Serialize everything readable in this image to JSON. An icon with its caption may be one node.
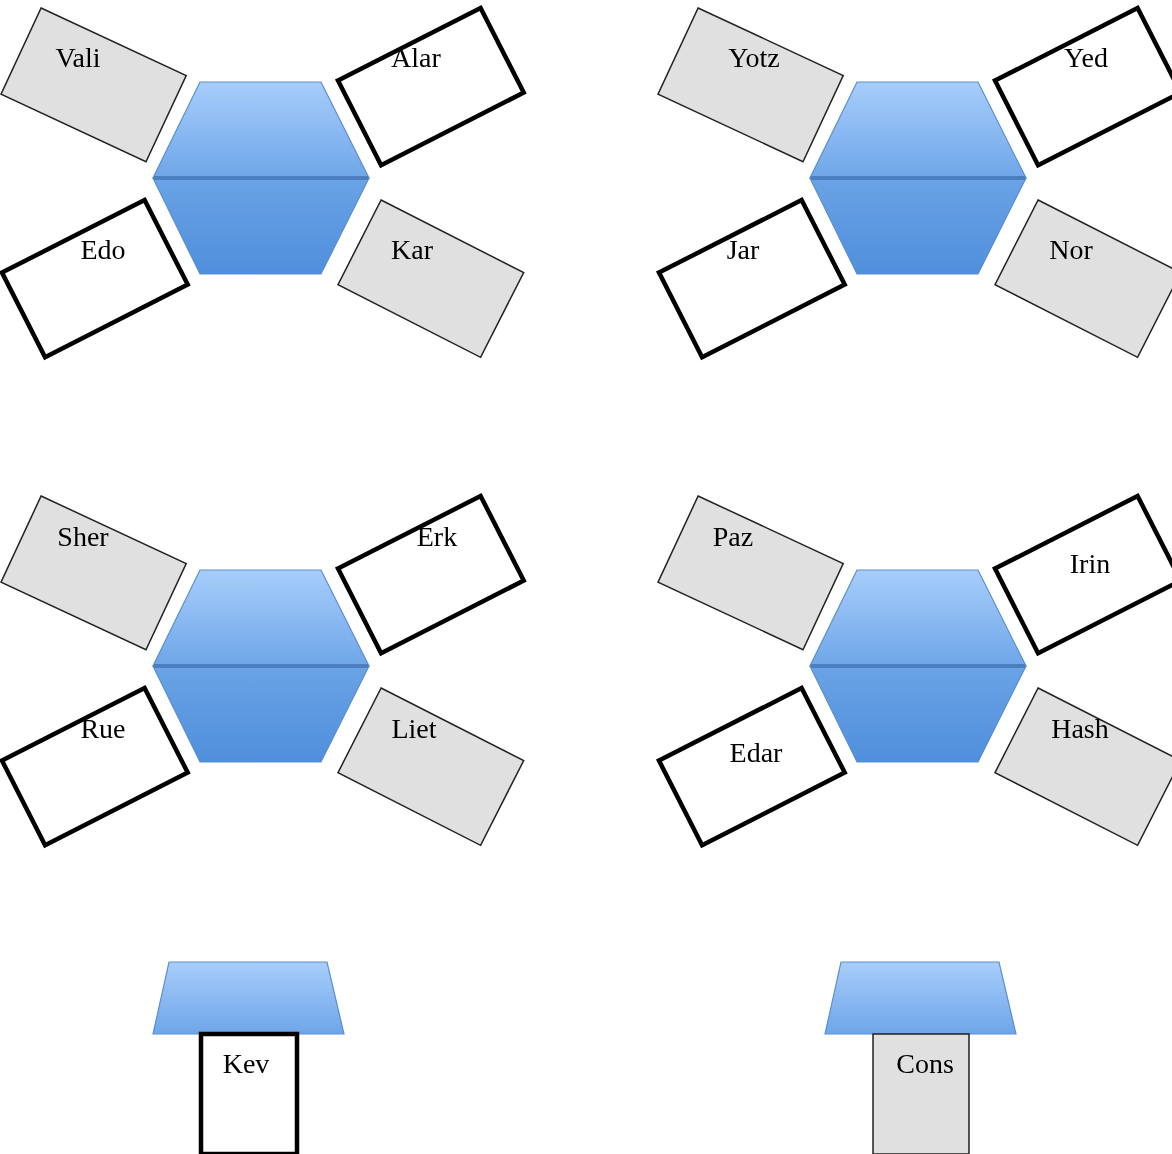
{
  "diagram": {
    "nodes": [
      {
        "text": [],
        "shape": "hexagon"
      },
      {
        "text": [
          "Vali"
        ]
      },
      {
        "text": [
          "Alar"
        ]
      },
      {
        "text": [
          "Edo"
        ]
      },
      {
        "text": [
          "Kar"
        ]
      },
      {
        "text": [],
        "shape": "hexagon"
      },
      {
        "text": [
          "Yotz"
        ]
      },
      {
        "text": [
          "Yed"
        ]
      },
      {
        "text": [
          "Jar"
        ]
      },
      {
        "text": [
          "Nor"
        ]
      },
      {
        "text": [],
        "shape": "hexagon"
      },
      {
        "text": [
          "Sher"
        ]
      },
      {
        "text": [
          "Erk"
        ]
      },
      {
        "text": [
          "Rue"
        ]
      },
      {
        "text": [
          "Liet"
        ]
      },
      {
        "text": [],
        "shape": "hexagon"
      },
      {
        "text": [
          "Paz"
        ]
      },
      {
        "text": [
          "Irin"
        ]
      },
      {
        "text": [
          "Edar"
        ]
      },
      {
        "text": [
          "Hash"
        ]
      },
      {
        "text": [],
        "shape": "trapezoid"
      },
      {
        "text": [
          "Kev"
        ]
      },
      {
        "text": [],
        "shape": "trapezoid"
      },
      {
        "text": [
          "Cons"
        ]
      }
    ]
  }
}
